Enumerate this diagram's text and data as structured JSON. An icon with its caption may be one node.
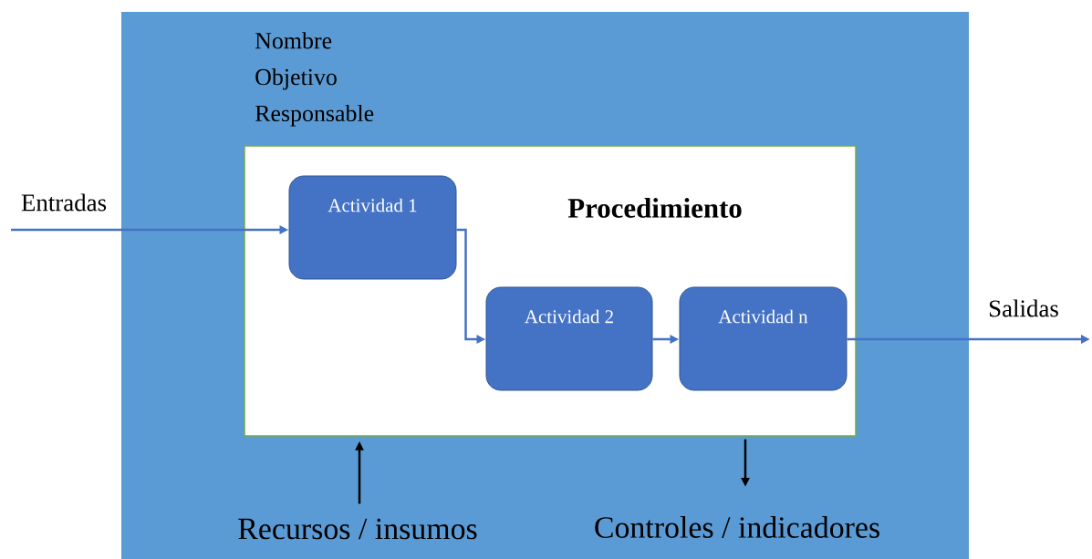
{
  "diagram": {
    "nodes": [
      {
        "text": [
          "Nombre Objetivo Responsable"
        ]
      },
      {
        "text": [
          "Procedimiento"
        ],
        "in": 0
      },
      {
        "text": [
          "Actividad 1"
        ],
        "in": 1
      },
      {
        "text": [
          "Actividad 2"
        ],
        "in": 1
      },
      {
        "text": [
          "Actividad n"
        ],
        "in": 1
      },
      {
        "text": [
          "Recursos / insumos"
        ],
        "in": 0
      },
      {
        "text": [
          "Controles / indicadores"
        ],
        "in": 0
      }
    ],
    "edges": [
      {
        "from": null,
        "to": 2,
        "arrow": "to",
        "label": "Entradas"
      },
      {
        "from": 2,
        "to": 3,
        "arrow": "to"
      },
      {
        "from": 3,
        "to": 4,
        "arrow": "to"
      },
      {
        "from": 4,
        "to": null,
        "arrow": "to",
        "label": "Salidas"
      },
      {
        "from": 5,
        "to": 1,
        "arrow": "to",
        "color": "#000000"
      },
      {
        "from": 1,
        "to": 6,
        "arrow": "to",
        "color": "#000000"
      }
    ]
  }
}
